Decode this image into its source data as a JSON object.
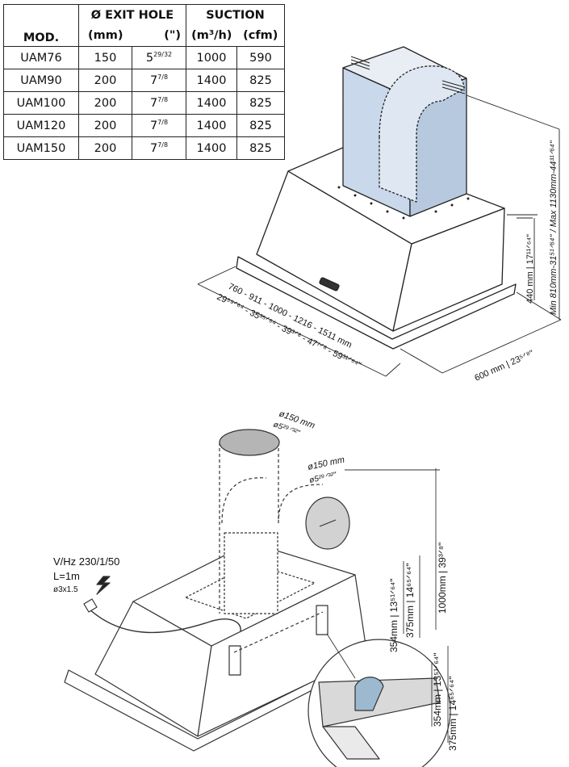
{
  "table": {
    "head": {
      "mod": "MOD.",
      "exit_hole": "Ø EXIT HOLE",
      "suction": "SUCTION",
      "mm": "(mm)",
      "inch": "(\")",
      "m3h": "(m³/h)",
      "cfm": "(cfm)"
    },
    "rows": [
      {
        "model": "UAM76",
        "mm": "150",
        "in_whole": "5",
        "in_frac": "29/32",
        "m3h": "1000",
        "cfm": "590"
      },
      {
        "model": "UAM90",
        "mm": "200",
        "in_whole": "7",
        "in_frac": "7/8",
        "m3h": "1400",
        "cfm": "825"
      },
      {
        "model": "UAM100",
        "mm": "200",
        "in_whole": "7",
        "in_frac": "7/8",
        "m3h": "1400",
        "cfm": "825"
      },
      {
        "model": "UAM120",
        "mm": "200",
        "in_whole": "7",
        "in_frac": "7/8",
        "m3h": "1400",
        "cfm": "825"
      },
      {
        "model": "UAM150",
        "mm": "200",
        "in_whole": "7",
        "in_frac": "7/8",
        "m3h": "1400",
        "cfm": "825"
      }
    ]
  },
  "top_drawing": {
    "width_mm": "760 - 911 - 1000 - 1216 - 1511 mm",
    "width_in": "29⁵⁹ᐟ⁶⁴ - 35³⁵ᐟ⁶⁴ - 39³ᐟ⁸ - 47⁷ᐟ⁸ - 59³¹ᐟ⁶⁴\"",
    "depth": "600 mm | 23⁵ᐟ⁸\"",
    "height": "440 mm | 17¹¹ᐟ⁶⁴\"",
    "chimney": "Min 810mm-31⁵¹ᐟ⁶⁴\" / Max 1130mm-44³¹ᐟ⁶⁴\""
  },
  "bottom_drawing": {
    "top_outlet_mm": "ø150 mm",
    "top_outlet_in": "ø5²⁹ᐟ³²\"",
    "side_outlet_mm": "ø150 mm",
    "side_outlet_in": "ø5²⁹ᐟ³²\"",
    "power_vhz": "V/Hz 230/1/50",
    "power_len": "L=1m",
    "power_cable": "ø3x1.5",
    "dim_1000": "1000mm | 39³ᐟ⁸\"",
    "dim_375": "375mm | 14⁶⁵ᐟ⁶⁴\"",
    "dim_354": "354mm | 13⁵¹ᐟ⁶⁴\""
  }
}
